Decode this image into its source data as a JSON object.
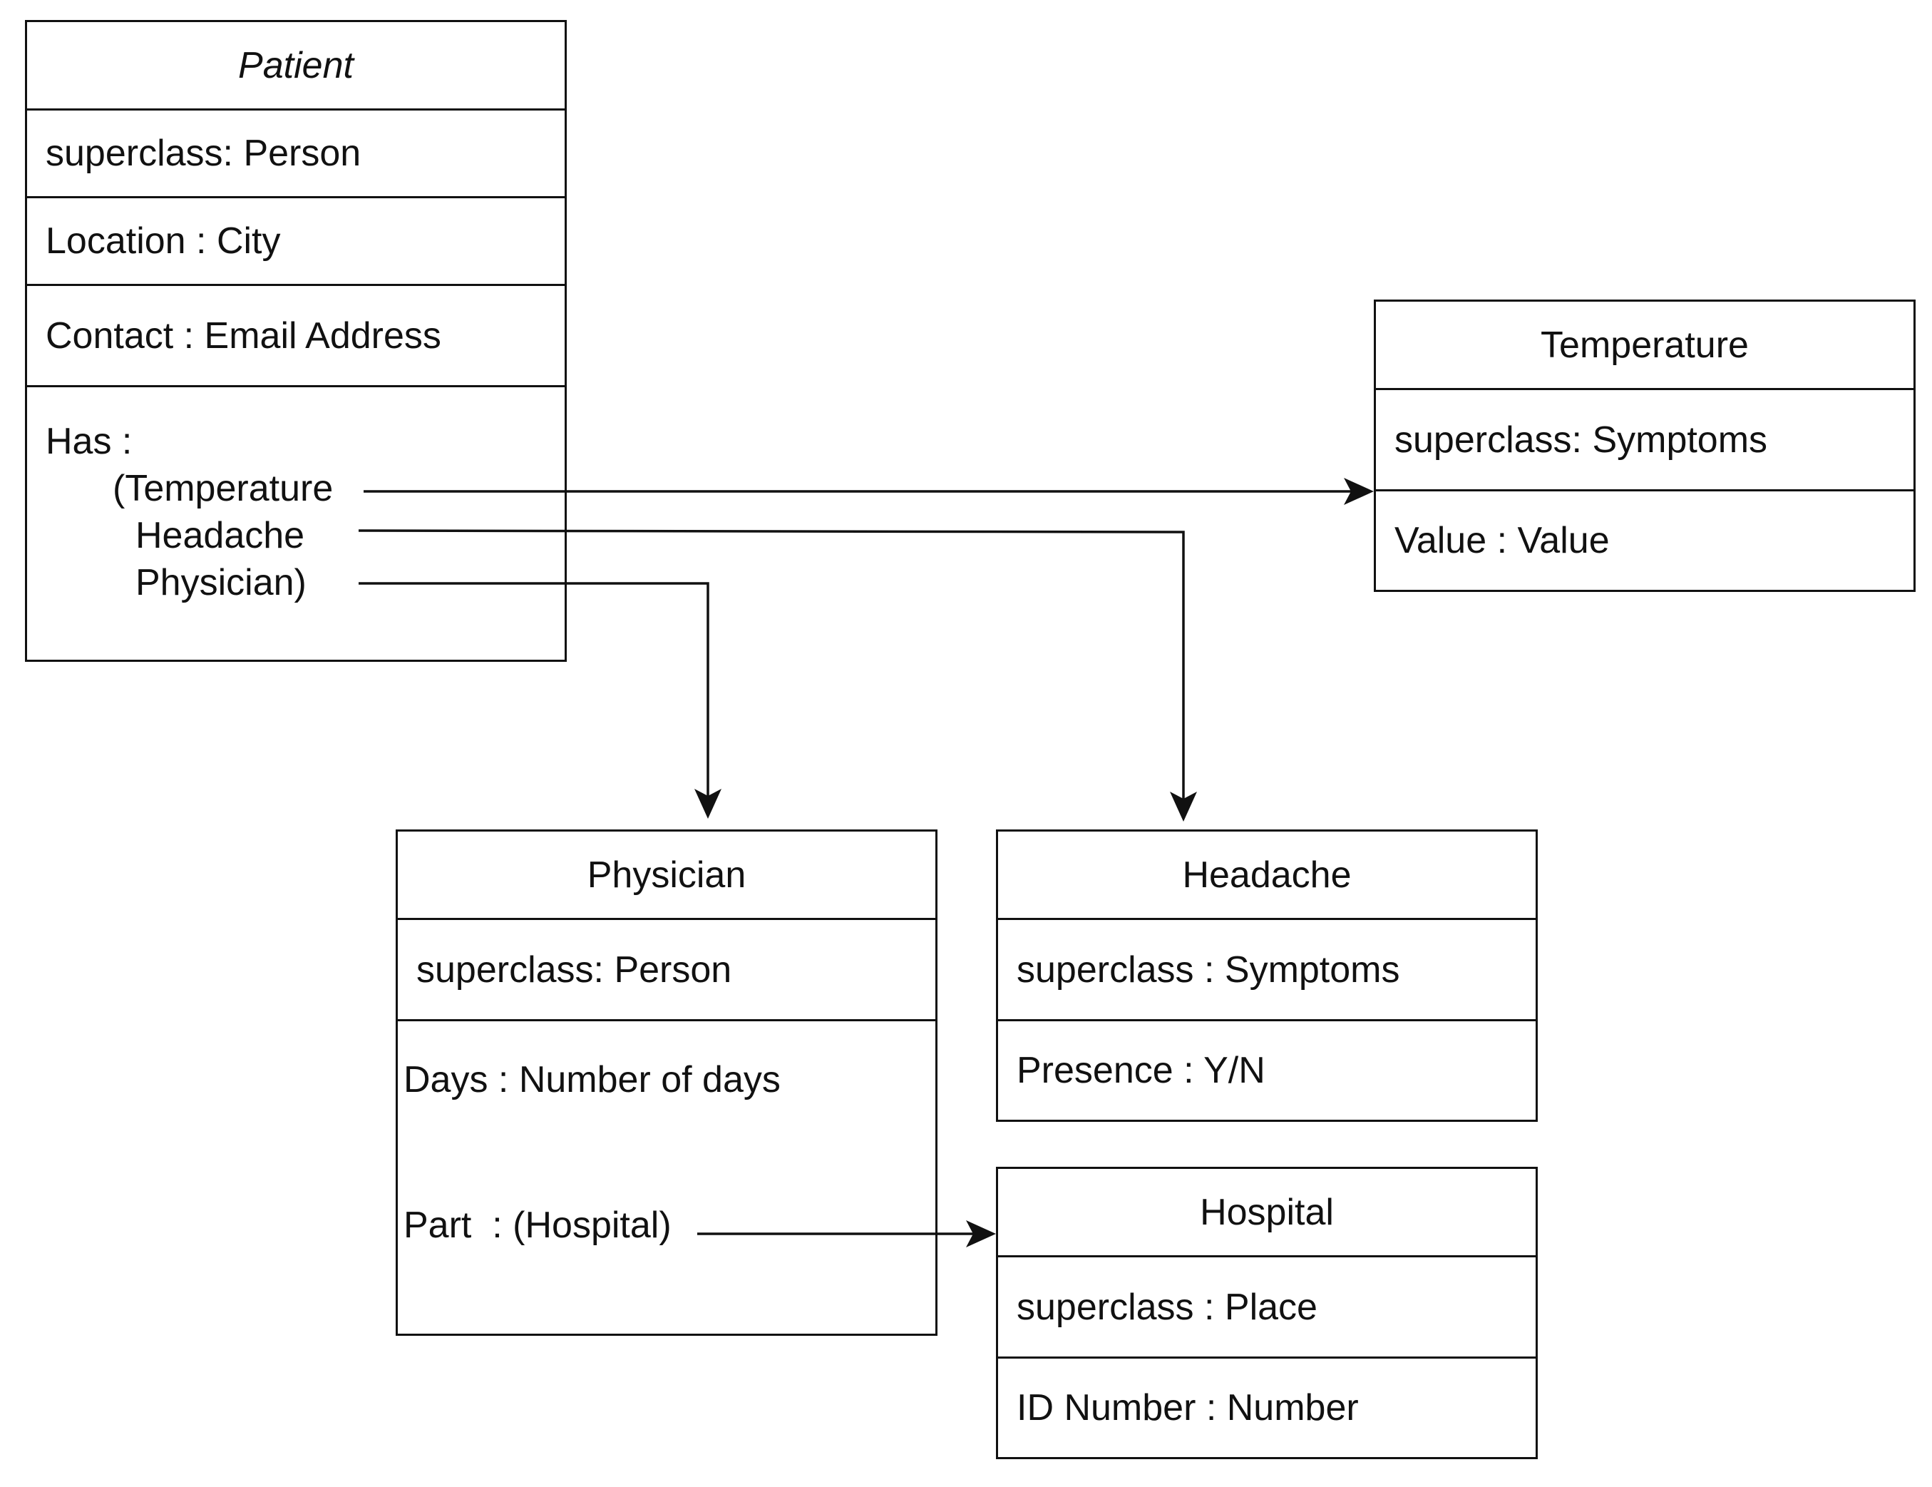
{
  "patient": {
    "title": "Patient",
    "superclass": "superclass: Person",
    "location": "Location : City",
    "contact": "Contact : Email Address",
    "has_label": "Has :",
    "has_items": [
      "(Temperature",
      "Headache",
      "Physician)"
    ]
  },
  "temperature": {
    "title": "Temperature",
    "superclass": "superclass: Symptoms",
    "value": "Value : Value"
  },
  "physician": {
    "title": "Physician",
    "superclass": "superclass: Person",
    "days": "Days : Number of days",
    "part": "Part  : (Hospital)"
  },
  "headache": {
    "title": "Headache",
    "superclass": "superclass : Symptoms",
    "presence": "Presence : Y/N"
  },
  "hospital": {
    "title": "Hospital",
    "superclass": "superclass : Place",
    "id_number": "ID Number : Number"
  },
  "relations": [
    {
      "from": "Patient.Temperature",
      "to": "Temperature"
    },
    {
      "from": "Patient.Headache",
      "to": "Headache"
    },
    {
      "from": "Patient.Physician",
      "to": "Physician"
    },
    {
      "from": "Physician.Part",
      "to": "Hospital"
    }
  ]
}
